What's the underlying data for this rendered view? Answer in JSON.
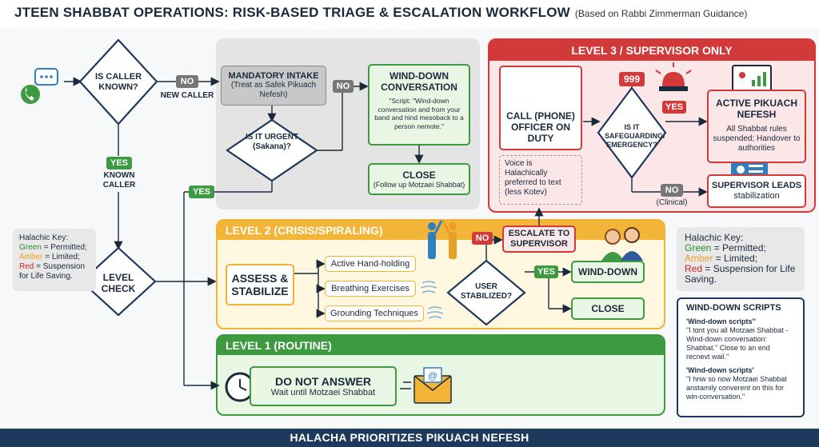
{
  "title": {
    "main": "JTEEN SHABBAT OPERATIONS: RISK-BASED TRIAGE & ESCALATION WORKFLOW",
    "sub": "(Based on Rabbi Zimmerman Guidance)"
  },
  "start": {
    "is_caller_known": "IS CALLER KNOWN?",
    "no_tag": "NO",
    "new_caller": "NEW CALLER",
    "yes_tag": "YES",
    "known_caller": "KNOWN CALLER",
    "level_check": "LEVEL CHECK"
  },
  "intake": {
    "title": "MANDATORY INTAKE",
    "subtitle": "(Treat as Safek Pikuach Nefesh)",
    "is_urgent": "IS IT URGENT (Sakana)?",
    "no_tag": "NO",
    "yes_tag": "YES",
    "wind_down_title": "WIND-DOWN CONVERSATION",
    "wind_down_script": "\"Script: \"Wind-down conversation and from your band and hind mesoback to a person nemote.\"",
    "close_title": "CLOSE",
    "close_sub": "(Follow up Motzaei Shabbat)"
  },
  "level3": {
    "heading": "LEVEL 3 / SUPERVISOR ONLY",
    "call_officer": "CALL (PHONE) OFFICER ON DUTY",
    "voice_note": "Voice is Halachically preferred to text (less Kotev)",
    "safeguarding": "IS IT SAFEGUARDING/ EMERGENCY?",
    "number_999": "999",
    "yes_tag": "YES",
    "no_tag": "NO",
    "clinical": "(Clinical)",
    "active_title": "ACTIVE PIKUACH NEFESH",
    "active_desc": "All Shabbat rules suspended; Handover to authorities",
    "supervisor_bold": "SUPERVISOR LEADS",
    "supervisor_rest": "stabilization"
  },
  "level2": {
    "heading": "LEVEL 2 (CRISIS/SPIRALING)",
    "assess": "ASSESS & STABILIZE",
    "option1": "Active Hand-holding",
    "option2": "Breathing Exercises",
    "option3": "Grounding Techniques",
    "no_tag": "NO",
    "escalate": "ESCALATE TO SUPERVISOR",
    "user_stabilized": "USER STABILIZED?",
    "yes_tag": "YES",
    "wind_down": "WIND-DOWN",
    "close": "CLOSE"
  },
  "level1": {
    "heading": "LEVEL 1 (ROUTINE)",
    "do_not_answer": "DO NOT ANSWER",
    "wait_until": "Wait until Motzaei Shabbat"
  },
  "key_left": {
    "title": "Halachic Key:",
    "green": "Green",
    "green_rest": " = Permitted;",
    "amber": "Amber",
    "amber_rest": " = Limited;",
    "red": "Red",
    "red_rest": " = Suspension for Life Saving."
  },
  "key_right": {
    "title": "Halachic Key:",
    "green": "Green",
    "green_rest": " = Permitted;",
    "amber": "Amber",
    "amber_rest": " = Limited;",
    "red": "Red",
    "red_rest": " = Suspension for Life Saving."
  },
  "scripts": {
    "heading": "WIND-DOWN SCRIPTS",
    "label1": "'Wind-down scripts''",
    "text1": "\"I tɑnt you all Motzaei Shabbat - Wind-down conversation: Shabbat.\" Close to an end recnevt wail.\"",
    "label2": "'Wind-down scripts'",
    "text2": "\"I hnw so now Motzaei Shabbat anstamily converent on this for win-conversation.\""
  },
  "footer": "HALACHA PRIORITIZES PIKUACH NEFESH",
  "colors": {
    "navy": "#1d3a5c",
    "green": "#3d9a40",
    "amber": "#f3b537",
    "red": "#d23a3a",
    "gray": "#777777"
  },
  "icons": [
    "phone-chat-icon",
    "phone-ring-icon",
    "siren-icon",
    "monitor-chart-icon",
    "id-card-icon",
    "high-five-icon",
    "people-icon",
    "breath-icon",
    "clock-icon",
    "email-icon"
  ]
}
